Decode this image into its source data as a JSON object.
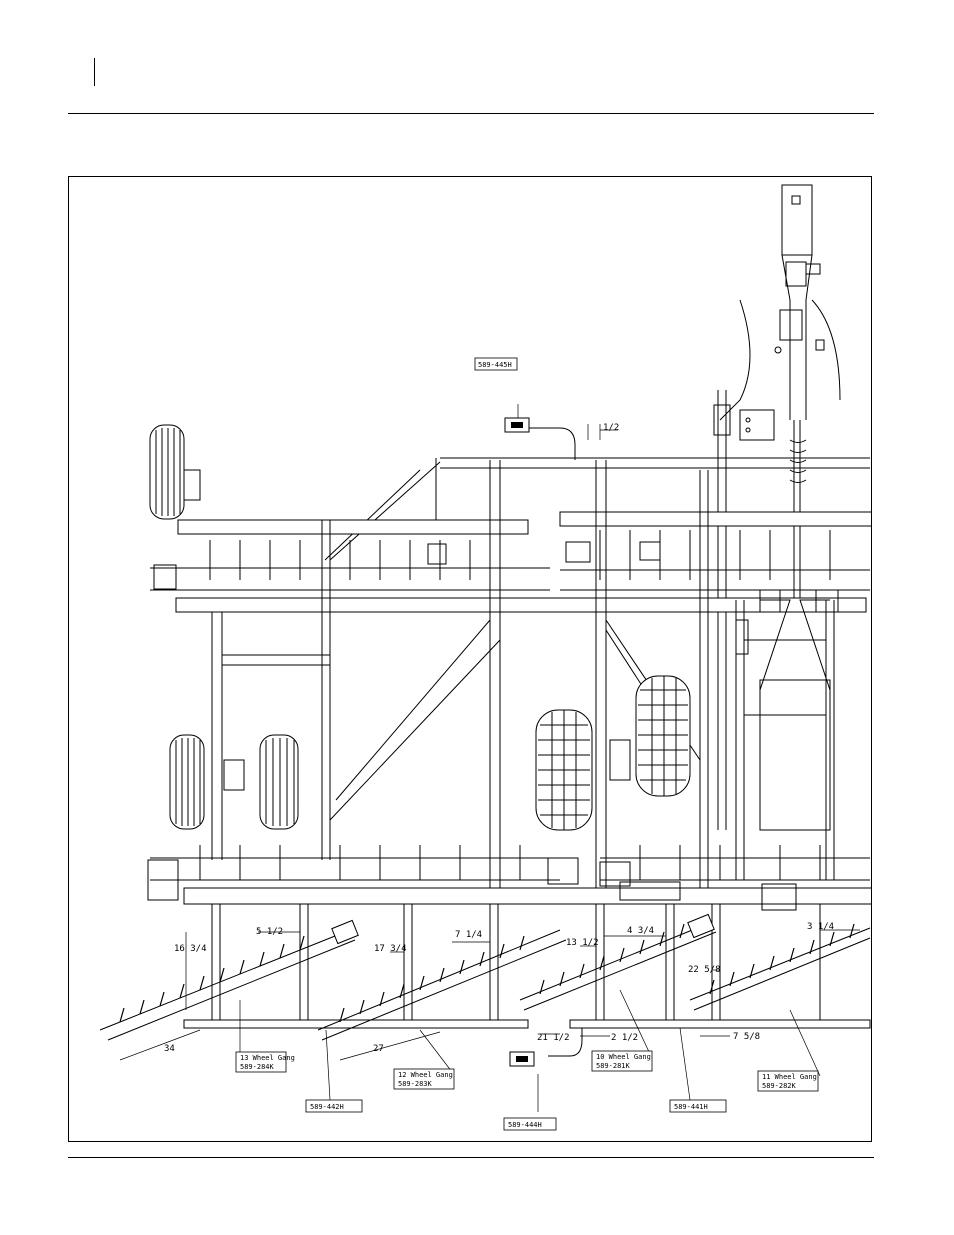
{
  "part_labels": {
    "p445h": "589-445H",
    "p444h": "589-444H",
    "p442h": "589-442H",
    "p441h": "589-441H"
  },
  "gangs": {
    "g13_title": "13 Wheel Gang",
    "g13_part": "589-284K",
    "g12_title": "12 Wheel Gang",
    "g12_part": "589-283K",
    "g10_title": "10 Wheel Gang",
    "g10_part": "589-281K",
    "g11_title": "11 Wheel Gang",
    "g11_part": "589-282K"
  },
  "dimensions": {
    "d_half_top": "1/2",
    "d16_3_4": "16 3/4",
    "d5_1_2": "5 1/2",
    "d17_3_4": "17 3/4",
    "d7_1_4": "7 1/4",
    "d13_1_2": "13 1/2",
    "d4_3_4": "4 3/4",
    "d22_5_8": "22 5/8",
    "d3_1_4": "3 1/4",
    "d34": "34",
    "d27": "27",
    "d21_1_2": "21 1/2",
    "d2_1_2": "2 1/2",
    "d7_5_8": "7 5/8"
  },
  "colors": {
    "ink": "#000000",
    "paper": "#ffffff"
  }
}
